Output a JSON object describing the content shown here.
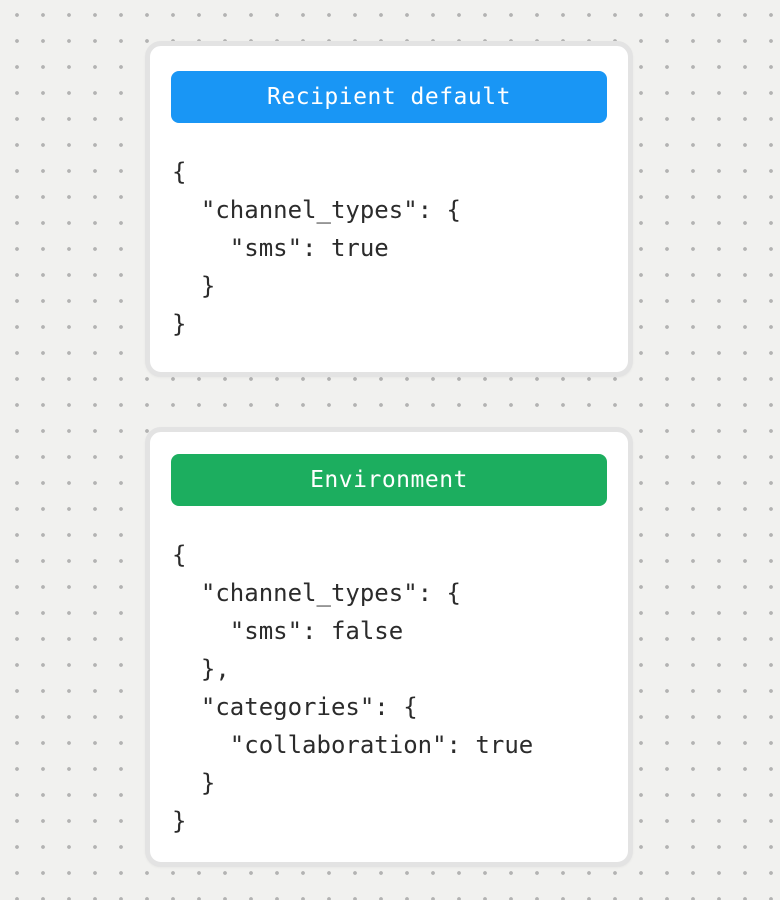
{
  "canvas": {
    "background_color": "#f1f1ef",
    "dot_color": "#b3b3b3",
    "card_border_color": "#e3e3e3"
  },
  "cards": [
    {
      "name": "recipient-default",
      "badge": {
        "label": "Recipient default",
        "color": "#1996f5",
        "text_color": "#ffffff"
      },
      "code_lines": [
        "{",
        "  \"channel_types\": {",
        "    \"sms\": true",
        "  }",
        "}"
      ]
    },
    {
      "name": "environment",
      "badge": {
        "label": "Environment",
        "color": "#1cae5f",
        "text_color": "#ffffff"
      },
      "code_lines": [
        "{",
        "  \"channel_types\": {",
        "    \"sms\": false",
        "  },",
        "  \"categories\": {",
        "    \"collaboration\": true",
        "  }",
        "}"
      ]
    }
  ]
}
